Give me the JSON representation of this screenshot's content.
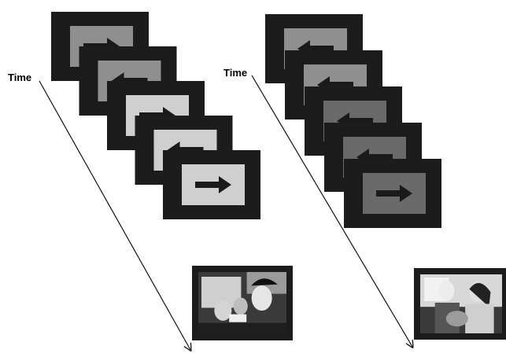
{
  "time_label": "Time",
  "sequences": [
    {
      "id": "left-sequence",
      "photo": "family-photo-icon",
      "trials": [
        {
          "direction": "right",
          "tone": "medium-gray"
        },
        {
          "direction": "left",
          "tone": "medium-gray"
        },
        {
          "direction": "right",
          "tone": "light-gray"
        },
        {
          "direction": "left",
          "tone": "light-gray"
        },
        {
          "direction": "right",
          "tone": "light-gray"
        }
      ]
    },
    {
      "id": "right-sequence",
      "photo": "couple-photo-icon",
      "trials": [
        {
          "direction": "left",
          "tone": "medium-gray"
        },
        {
          "direction": "left",
          "tone": "medium-gray"
        },
        {
          "direction": "left",
          "tone": "dark-gray"
        },
        {
          "direction": "left",
          "tone": "dark-gray"
        },
        {
          "direction": "right",
          "tone": "dark-gray"
        }
      ]
    }
  ],
  "colors": {
    "frame": "#1c1c1c",
    "medium-gray": "#8f8f8f",
    "light-gray": "#cfcfcf",
    "dark-gray": "#6a6a6a",
    "arrow": "#1a1a1a",
    "axis": "#111111"
  }
}
